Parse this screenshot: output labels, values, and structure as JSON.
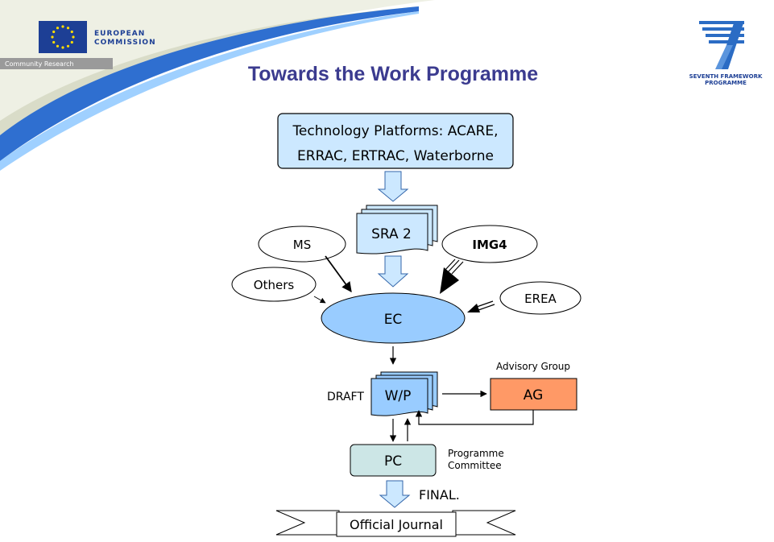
{
  "header": {
    "title": "Towards the Work Programme",
    "ec_logo_line1": "EUROPEAN",
    "ec_logo_line2": "COMMISSION",
    "ec_band_text": "Community Research",
    "fp7_line1": "SEVENTH FRAMEWORK",
    "fp7_line2": "PROGRAMME"
  },
  "diagram": {
    "tech_platforms_line1": "Technology Platforms: ACARE,",
    "tech_platforms_line2": "ERRAC, ERTRAC, Waterborne",
    "sra": "SRA 2",
    "ms": "MS",
    "img4": "IMG4",
    "others": "Others",
    "erea": "EREA",
    "ec": "EC",
    "draft": "DRAFT",
    "wp": "W/P",
    "advisory_group": "Advisory Group",
    "ag": "AG",
    "pc": "PC",
    "programme_committee_line1": "Programme",
    "programme_committee_line2": "Committee",
    "final": "FINAL.",
    "official_journal": "Official Journal"
  },
  "colors": {
    "title": "#3b3b8f",
    "light_blue_fill": "#cce8ff",
    "ec_fill": "#99ccff",
    "wp_fill": "#99ccff",
    "ag_fill": "#ff9966",
    "pc_fill": "#cce6e6",
    "eu_blue": "#1d3f95",
    "eu_stars": "#ffdd00"
  }
}
